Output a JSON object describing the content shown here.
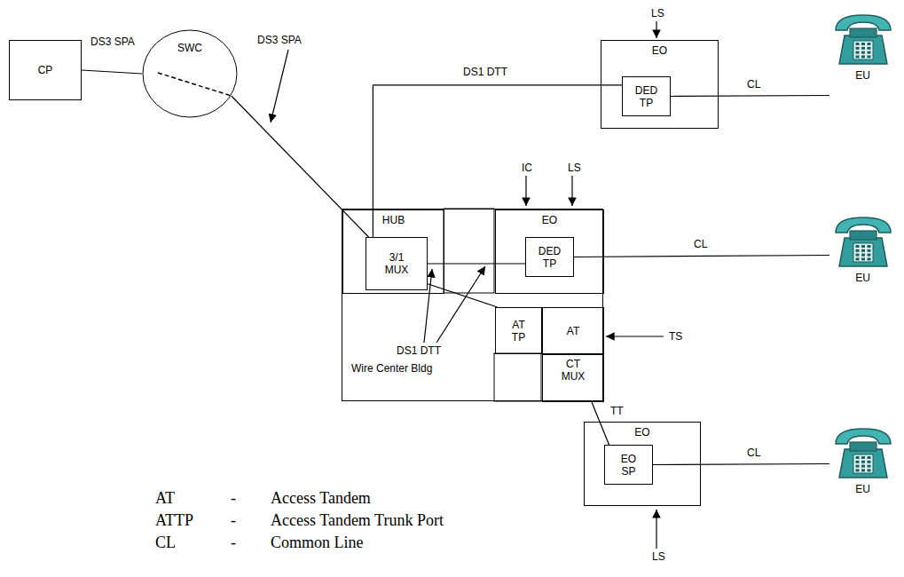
{
  "diagram": {
    "nodes": [
      {
        "text": [
          "CP"
        ]
      },
      {
        "text": [
          "SWC"
        ]
      },
      {
        "text": [
          "EO"
        ]
      },
      {
        "text": [
          "DED TP"
        ],
        "in": 2
      },
      {
        "text": [
          "EU"
        ]
      },
      {
        "text": [
          "Wire Center Bldg"
        ]
      },
      {
        "text": [
          "HUB"
        ],
        "in": 5
      },
      {
        "text": [
          "3/1 MUX"
        ],
        "in": 6
      },
      {
        "text": [
          "EO"
        ],
        "in": 5
      },
      {
        "text": [
          "DED TP"
        ],
        "in": 8
      },
      {
        "text": [
          "EU"
        ]
      },
      {
        "text": [
          "AT TP"
        ],
        "in": 5
      },
      {
        "text": [
          "AT"
        ],
        "in": 5
      },
      {
        "text": [
          "CT MUX"
        ],
        "in": 5
      },
      {
        "text": [
          "EO"
        ]
      },
      {
        "text": [
          "EO SP"
        ],
        "in": 14
      },
      {
        "text": [
          "EU"
        ]
      }
    ],
    "edges": [
      {
        "from": 0,
        "to": 1,
        "label": "DS3 SPA",
        "arrow": "none"
      },
      {
        "from": 1,
        "to": 7,
        "arrow": "none"
      },
      {
        "from": 7,
        "to": 3,
        "label": "DS1 DTT",
        "arrow": "none"
      },
      {
        "from": 7,
        "to": 9,
        "arrow": "none"
      },
      {
        "from": 7,
        "to": 11,
        "arrow": "none"
      },
      {
        "from": 3,
        "to": 4,
        "label": "CL",
        "arrow": "none"
      },
      {
        "from": 9,
        "to": 10,
        "label": "CL",
        "arrow": "none"
      },
      {
        "from": 13,
        "to": 15,
        "label": "TT",
        "arrow": "none"
      },
      {
        "from": 15,
        "to": 16,
        "label": "CL",
        "arrow": "none"
      }
    ],
    "labels": [
      "DS3 SPA",
      "LS",
      "IC",
      "LS",
      "DS1 DTT",
      "TS",
      "LS",
      "AT",
      "-",
      "Access Tandem",
      "ATTP",
      "-",
      "Access Tandem Trunk Port",
      "CL",
      "-",
      "Common Line"
    ]
  }
}
